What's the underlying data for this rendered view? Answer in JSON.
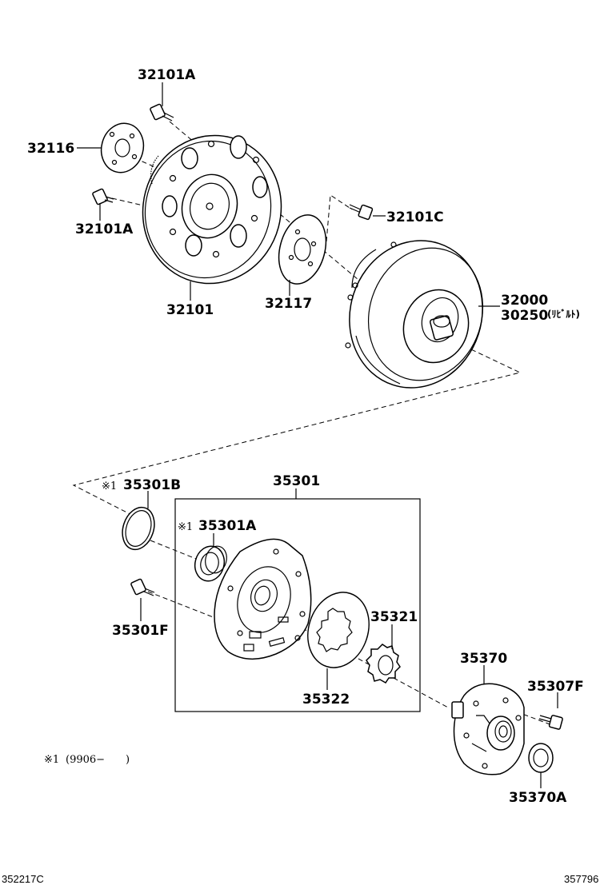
{
  "labels": {
    "p32101A_top": "32101A",
    "p32116": "32116",
    "p32101A_left": "32101A",
    "p32101": "32101",
    "p32117": "32117",
    "p32101C": "32101C",
    "p32000": "32000",
    "p30250": "30250",
    "p30250_note": "(ﾘﾋﾞﾙﾄ)",
    "p35301B": "35301B",
    "p35301B_mark": "※1",
    "p35301": "35301",
    "p35301A": "35301A",
    "p35301A_mark": "※1",
    "p35301F": "35301F",
    "p35321": "35321",
    "p35322": "35322",
    "p35370": "35370",
    "p35307F": "35307F",
    "p35370A": "35370A"
  },
  "footnote": {
    "mark": "※1",
    "text": "(9906−　　)"
  },
  "codes": {
    "left": "352217C",
    "right": "357796"
  }
}
